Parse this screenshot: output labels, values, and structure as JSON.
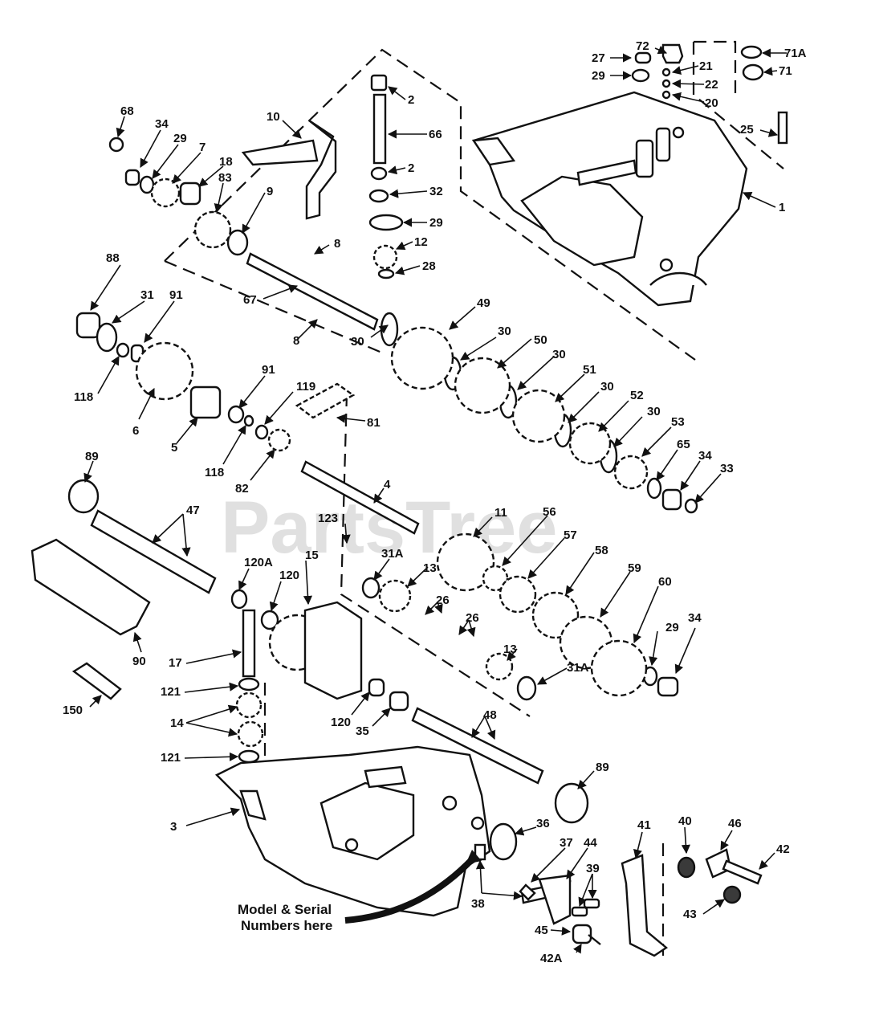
{
  "watermark": "PartsTree",
  "note_line1": "Model & Serial",
  "note_line2": "Numbers here",
  "callouts": [
    {
      "id": "c72",
      "text": "72"
    },
    {
      "id": "c27",
      "text": "27"
    },
    {
      "id": "c71A",
      "text": "71A"
    },
    {
      "id": "c21",
      "text": "21"
    },
    {
      "id": "c29a",
      "text": "29"
    },
    {
      "id": "c22",
      "text": "22"
    },
    {
      "id": "c71",
      "text": "71"
    },
    {
      "id": "c20",
      "text": "20"
    },
    {
      "id": "c2a",
      "text": "2"
    },
    {
      "id": "c66",
      "text": "66"
    },
    {
      "id": "c25",
      "text": "25"
    },
    {
      "id": "c10",
      "text": "10"
    },
    {
      "id": "c68",
      "text": "68"
    },
    {
      "id": "c34a",
      "text": "34"
    },
    {
      "id": "c29b",
      "text": "29"
    },
    {
      "id": "c7",
      "text": "7"
    },
    {
      "id": "c18",
      "text": "18"
    },
    {
      "id": "c83",
      "text": "83"
    },
    {
      "id": "c9",
      "text": "9"
    },
    {
      "id": "c2b",
      "text": "2"
    },
    {
      "id": "c32",
      "text": "32"
    },
    {
      "id": "c1",
      "text": "1"
    },
    {
      "id": "c29c",
      "text": "29"
    },
    {
      "id": "c12",
      "text": "12"
    },
    {
      "id": "c8a",
      "text": "8"
    },
    {
      "id": "c28",
      "text": "28"
    },
    {
      "id": "c88",
      "text": "88"
    },
    {
      "id": "c67",
      "text": "67"
    },
    {
      "id": "c31",
      "text": "31"
    },
    {
      "id": "c91a",
      "text": "91"
    },
    {
      "id": "c49",
      "text": "49"
    },
    {
      "id": "c8b",
      "text": "8"
    },
    {
      "id": "c30a",
      "text": "30"
    },
    {
      "id": "c30b",
      "text": "30"
    },
    {
      "id": "c50",
      "text": "50"
    },
    {
      "id": "c30c",
      "text": "30"
    },
    {
      "id": "c118a",
      "text": "118"
    },
    {
      "id": "c6",
      "text": "6"
    },
    {
      "id": "c91b",
      "text": "91"
    },
    {
      "id": "c119",
      "text": "119"
    },
    {
      "id": "c51",
      "text": "51"
    },
    {
      "id": "c30d",
      "text": "30"
    },
    {
      "id": "c52",
      "text": "52"
    },
    {
      "id": "c30e",
      "text": "30"
    },
    {
      "id": "c81",
      "text": "81"
    },
    {
      "id": "c5",
      "text": "5"
    },
    {
      "id": "c53",
      "text": "53"
    },
    {
      "id": "c118b",
      "text": "118"
    },
    {
      "id": "c82",
      "text": "82"
    },
    {
      "id": "c65",
      "text": "65"
    },
    {
      "id": "c34b",
      "text": "34"
    },
    {
      "id": "c33",
      "text": "33"
    },
    {
      "id": "c89a",
      "text": "89"
    },
    {
      "id": "c4",
      "text": "4"
    },
    {
      "id": "c47",
      "text": "47"
    },
    {
      "id": "c11",
      "text": "11"
    },
    {
      "id": "c123",
      "text": "123"
    },
    {
      "id": "c56",
      "text": "56"
    },
    {
      "id": "c57",
      "text": "57"
    },
    {
      "id": "c31Aa",
      "text": "31A"
    },
    {
      "id": "c58",
      "text": "58"
    },
    {
      "id": "c120A",
      "text": "120A"
    },
    {
      "id": "c15",
      "text": "15"
    },
    {
      "id": "c13a",
      "text": "13"
    },
    {
      "id": "c59",
      "text": "59"
    },
    {
      "id": "c120a",
      "text": "120"
    },
    {
      "id": "c60",
      "text": "60"
    },
    {
      "id": "c26a",
      "text": "26"
    },
    {
      "id": "c26b",
      "text": "26"
    },
    {
      "id": "c29d",
      "text": "29"
    },
    {
      "id": "c34c",
      "text": "34"
    },
    {
      "id": "c90",
      "text": "90"
    },
    {
      "id": "c17",
      "text": "17"
    },
    {
      "id": "c13b",
      "text": "13"
    },
    {
      "id": "c31Ab",
      "text": "31A"
    },
    {
      "id": "c121a",
      "text": "121"
    },
    {
      "id": "c150",
      "text": "150"
    },
    {
      "id": "c14",
      "text": "14"
    },
    {
      "id": "c48",
      "text": "48"
    },
    {
      "id": "c120b",
      "text": "120"
    },
    {
      "id": "c35",
      "text": "35"
    },
    {
      "id": "c121b",
      "text": "121"
    },
    {
      "id": "c89b",
      "text": "89"
    },
    {
      "id": "c3",
      "text": "3"
    },
    {
      "id": "c36",
      "text": "36"
    },
    {
      "id": "c41",
      "text": "41"
    },
    {
      "id": "c40",
      "text": "40"
    },
    {
      "id": "c46",
      "text": "46"
    },
    {
      "id": "c42",
      "text": "42"
    },
    {
      "id": "c37",
      "text": "37"
    },
    {
      "id": "c44",
      "text": "44"
    },
    {
      "id": "c39",
      "text": "39"
    },
    {
      "id": "c38",
      "text": "38"
    },
    {
      "id": "c43",
      "text": "43"
    },
    {
      "id": "c45",
      "text": "45"
    },
    {
      "id": "c42A",
      "text": "42A"
    }
  ]
}
